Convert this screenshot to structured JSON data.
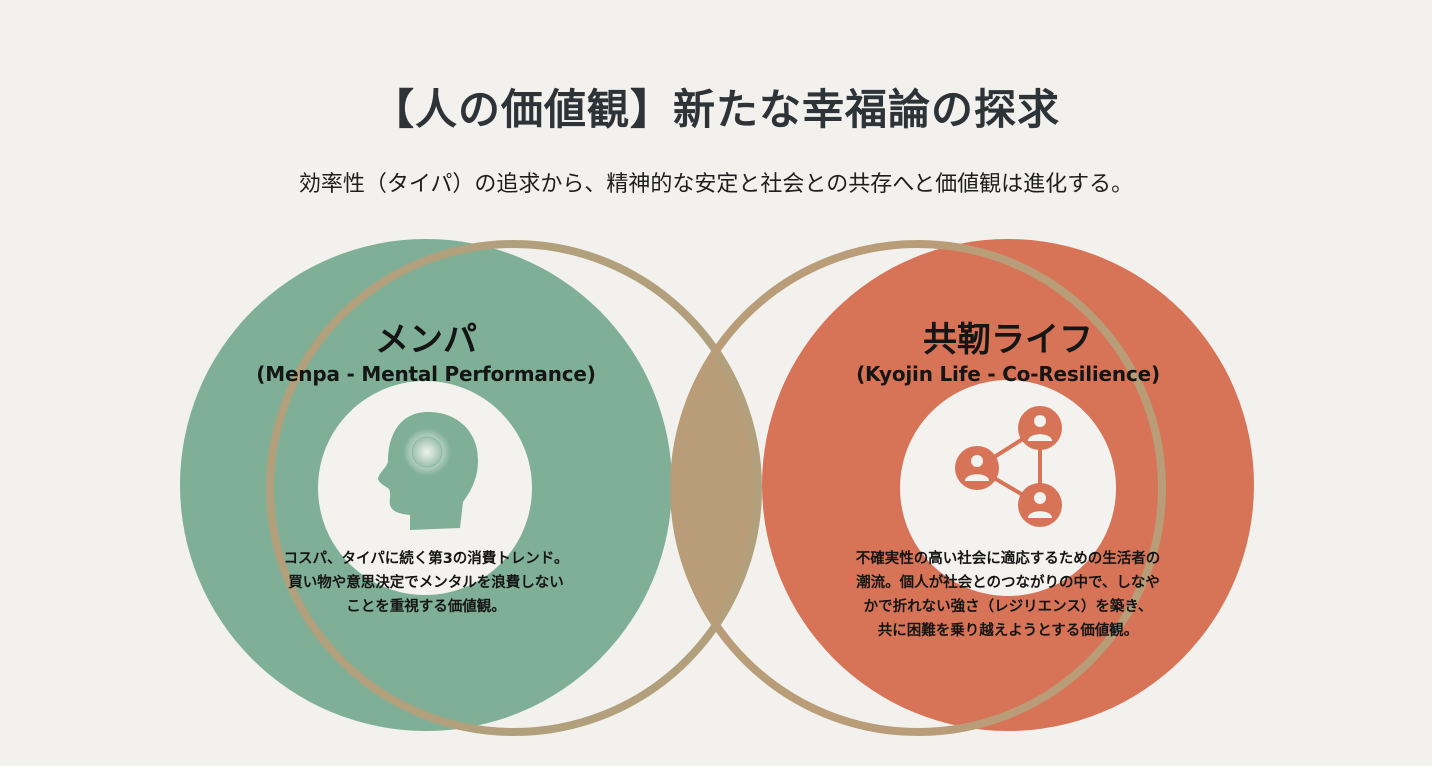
{
  "header": {
    "title": "【人の価値観】新たな幸福論の探求",
    "subtitle": "効率性（タイパ）の追求から、精神的な安定と社会との共存へと価値観は進化する。"
  },
  "colors": {
    "background": "#f2f1ed",
    "green": "#7faf97",
    "orange": "#d77457",
    "tan": "#b89d78",
    "inner_white": "#f3f2ee"
  },
  "concepts": [
    {
      "title_jp": "メンパ",
      "title_en": "(Menpa - Mental Performance)",
      "icon": "head-mind-icon",
      "description": [
        "コスパ、タイパに続く第3の消費トレンド。",
        "買い物や意思決定でメンタルを浪費しない",
        "ことを重視する価値観。"
      ]
    },
    {
      "title_jp": "共靭ライフ",
      "title_en": "(Kyojin Life - Co-Resilience)",
      "icon": "people-network-icon",
      "description": [
        "不確実性の高い社会に適応するための生活者の",
        "潮流。個人が社会とのつながりの中で、しなや",
        "かで折れない強さ（レジリエンス）を築き、",
        "共に困難を乗り越えようとする価値観。"
      ]
    }
  ]
}
